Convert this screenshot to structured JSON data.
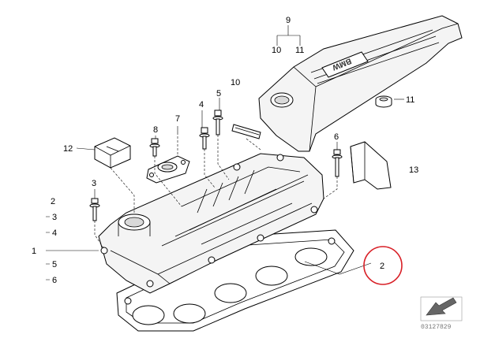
{
  "callouts": {
    "c1": "1",
    "c2_left": "2",
    "c3_left": "3",
    "c4_left": "4",
    "c5_left": "5",
    "c6_left": "6",
    "c2_circled": "2",
    "c3_bolt": "3",
    "c4_bolt": "4",
    "c5_bolt": "5",
    "c6_bolt": "6",
    "c7": "7",
    "c8": "8",
    "c9": "9",
    "c10_group": "10",
    "c10_strip": "10",
    "c11_group": "11",
    "c11_grommet": "11",
    "c12": "12",
    "c13": "13"
  },
  "cover_logo": "BMW",
  "drawing_id": "03127829",
  "colors": {
    "highlight": "#d81f26",
    "line": "#000000",
    "shade": "#d9d9d9"
  },
  "icons": {
    "corner": "arrow-corner-icon"
  }
}
